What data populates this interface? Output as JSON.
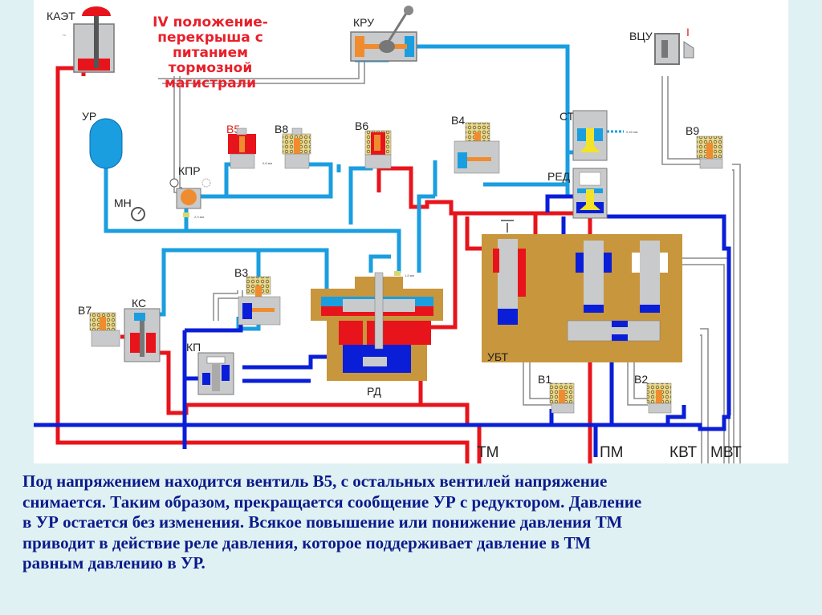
{
  "title": {
    "lines": [
      "IV положение-",
      "перекрыша с",
      "питанием",
      "тормозной",
      "магистрали"
    ]
  },
  "components": {
    "kaet": "КАЭТ",
    "kru": "КРУ",
    "vcu": "ВЦУ",
    "vcu_position": "I",
    "ur": "УР",
    "mn": "МН",
    "kpr": "КПР",
    "v5": "В5",
    "v8": "В8",
    "v6": "В6",
    "v4": "В4",
    "st": "СТ",
    "red": "РЕД",
    "v9": "В9",
    "v7": "В7",
    "ks": "КС",
    "v3": "В3",
    "kp": "КП",
    "rd": "РД",
    "ubt": "УБТ",
    "v1": "В1",
    "v2": "В2"
  },
  "orifices": {
    "kpr_orifice": "2,3 мм",
    "v5_orifice": "0,8 мм",
    "rd_orifice": "1,8 мм",
    "st_orifice": "0,45 мм"
  },
  "lines": {
    "tm": "ТМ",
    "pm": "ПМ",
    "kvt": "КВТ",
    "mvt": "МВТ"
  },
  "colors": {
    "tm_line": "#e8141c",
    "ur_line": "#1a9ee0",
    "pm_line": "#0a1ed8",
    "atmosphere_line": "#888888",
    "body": "#c9cacc",
    "ubt_body": "#c8963c",
    "coil": "#c8b060",
    "plunger": "#f08c30",
    "title": "#e8202a",
    "caption": "#0a1a8a"
  },
  "caption": {
    "lines": [
      "Под напряжением находится вентиль В5, с остальных вентилей напряжение",
      "снимается. Таким образом, прекращается сообщение УР с редуктором. Давление",
      "в УР остается без изменения. Всякое повышение или понижение давления ТМ",
      "приводит в действие реле давления, которое поддерживает давление в ТМ",
      "равным давлению в УР."
    ]
  }
}
